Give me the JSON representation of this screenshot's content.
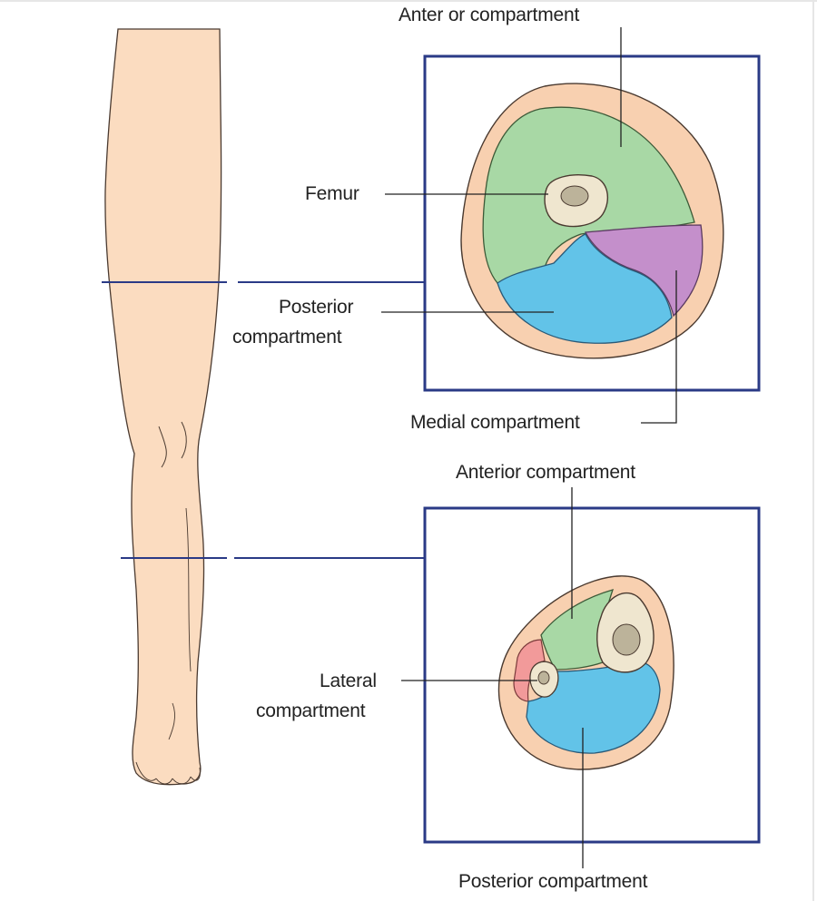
{
  "labels": {
    "thigh_anterior": "Anter or compartment",
    "femur": "Femur",
    "thigh_posterior_line1": "Posterior",
    "thigh_posterior_line2": "compartment",
    "thigh_medial": "Medial compartment",
    "leg_anterior": "Anterior compartment",
    "leg_lateral_line1": "Lateral",
    "leg_lateral_line2": "compartment",
    "leg_posterior": "Posterior compartment"
  },
  "colors": {
    "skin": "#fbdcc0",
    "skin_ring": "#f8d0b0",
    "anterior_green": "#a8d8a5",
    "posterior_blue": "#62c3e8",
    "medial_purple": "#c48fcb",
    "lateral_pink": "#f29a9a",
    "bone": "#efe6cf",
    "marrow": "#bcb39a",
    "frame_blue": "#2a3a86",
    "outline": "#4a3a30"
  }
}
